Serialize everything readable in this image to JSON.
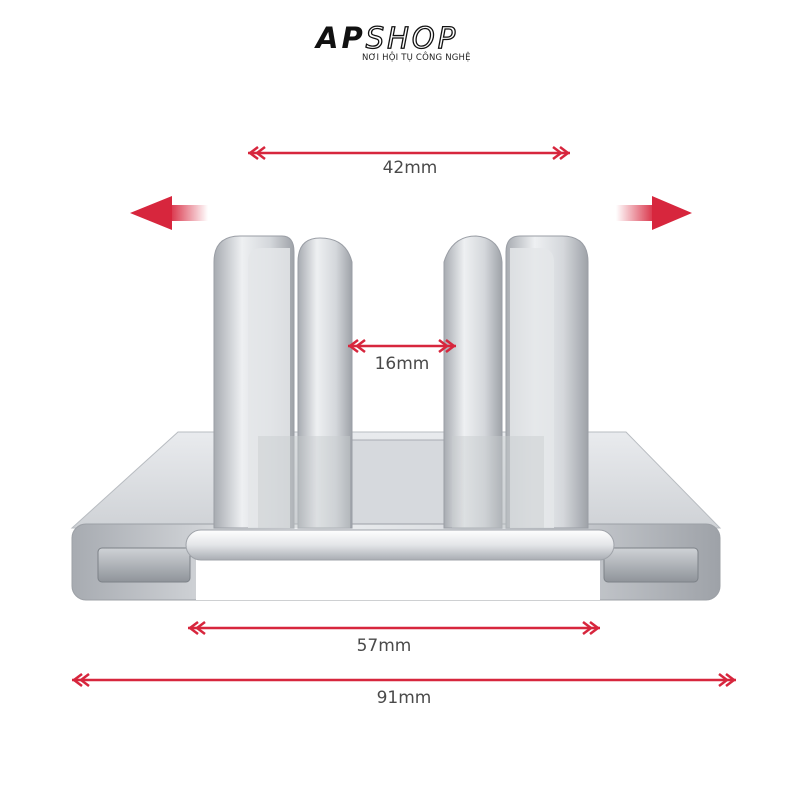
{
  "brand": {
    "logo_text": "APSHOP",
    "logo_part_1": "AP",
    "logo_part_2": "SHOP",
    "tagline": "NƠI HỘI TỤ CÔNG NGHỆ"
  },
  "dimensions": {
    "top_width": "42mm",
    "slot_gap": "16mm",
    "inner_base": "57mm",
    "total_base": "91mm"
  },
  "colors": {
    "arrow_red": "#d7263d",
    "metal_light": "#f2f3f5",
    "metal_mid": "#c9ccd1",
    "metal_dark": "#9a9ea5",
    "label_gray": "#4a4a4a"
  },
  "icons": {
    "expand_left": "arrow-left-icon",
    "expand_right": "arrow-right-icon"
  }
}
